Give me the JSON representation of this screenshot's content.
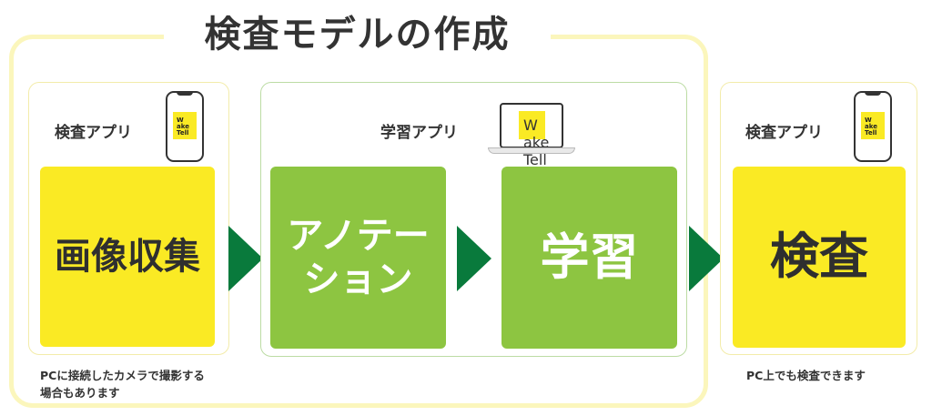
{
  "title": "検査モデルの作成",
  "left": {
    "app_label": "検査アプリ",
    "step": "画像収集",
    "note_line1": "PCに接続したカメラで撮影する",
    "note_line2": "場合もあります"
  },
  "middle": {
    "app_label": "学習アプリ",
    "step_annotation": "アノテー\nション",
    "step_learning": "学習"
  },
  "right": {
    "app_label": "検査アプリ",
    "step": "検査",
    "note": "PC上でも検査できます"
  },
  "logo_text": "Wake Tell",
  "colors": {
    "yellow": "#faea24",
    "green": "#8dc541",
    "arrow": "#097a3c",
    "frame": "#fbf6bc"
  }
}
